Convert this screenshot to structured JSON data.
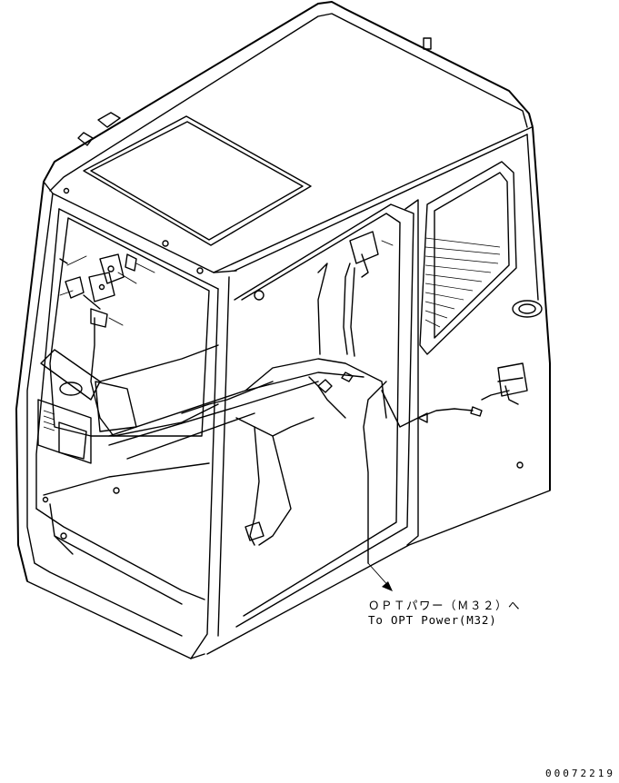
{
  "annotation": {
    "japanese": "ＯＰＴパワー（Ｍ３２）へ",
    "english": "To OPT Power(M32)"
  },
  "drawing_number": "00072219",
  "icons": {
    "arrow": "arrow-down-left-icon"
  }
}
